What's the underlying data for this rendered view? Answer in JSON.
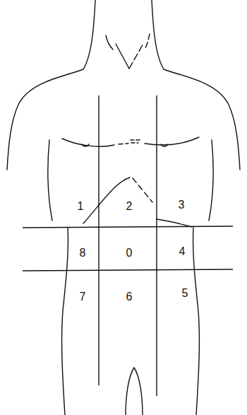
{
  "diagram": {
    "labels": [
      "1",
      "2",
      "3",
      "8",
      "0",
      "4",
      "7",
      "6",
      "5"
    ]
  }
}
